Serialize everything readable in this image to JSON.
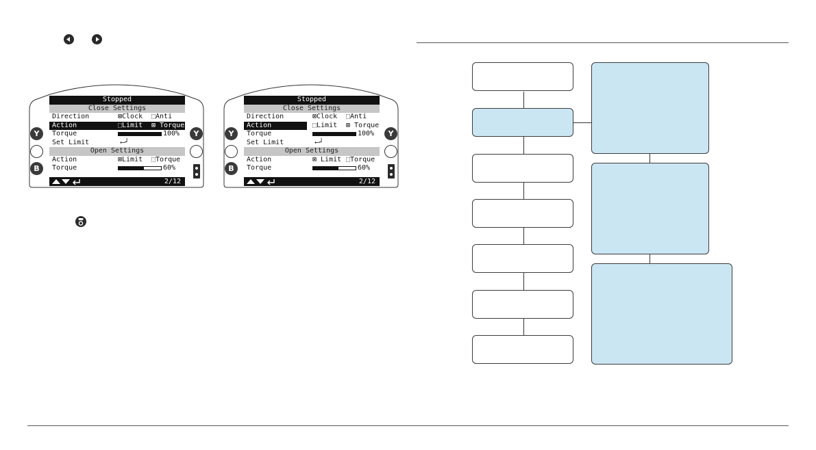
{
  "icons": {
    "arrow_left": "arrow-left-circle-icon",
    "arrow_right": "arrow-right-circle-icon",
    "key": "key-circle-icon"
  },
  "screens": [
    {
      "header": "Stopped",
      "section_close": "Close Settings",
      "direction": {
        "label": "Direction",
        "opt1": "⊠Clock",
        "opt2": "⬚Anti"
      },
      "action": {
        "label": "Action",
        "opt1": "⬚Limit",
        "opt2": "⊠ Torque",
        "highlight": "full"
      },
      "torque": {
        "label": "Torque",
        "value": "100%",
        "fill": 1.0
      },
      "set_limit": {
        "label": "Set Limit"
      },
      "section_open": "Open Settings",
      "open_action": {
        "label": "Action",
        "opt1": "⊠Limit",
        "opt2": "⬚Torque"
      },
      "open_torque": {
        "label": "Torque",
        "value": "60%",
        "fill": 0.6
      },
      "page": "2/12",
      "left_buttons": [
        "Y",
        "",
        "B"
      ],
      "right_buttons": [
        "Y",
        ""
      ]
    },
    {
      "header": "Stopped",
      "section_close": "Close Settings",
      "direction": {
        "label": "Direction",
        "opt1": "⊠Clock",
        "opt2": "⬚Anti"
      },
      "action": {
        "label": "Action",
        "opt1": "⬚Limit",
        "opt2": "⊠ Torque",
        "highlight": "label"
      },
      "torque": {
        "label": "Torque",
        "value": "100%",
        "fill": 1.0
      },
      "set_limit": {
        "label": "Set Limit"
      },
      "section_open": "Open Settings",
      "open_action": {
        "label": "Action",
        "opt1": "⊠ Limit",
        "opt2": "⬚Torque"
      },
      "open_torque": {
        "label": "Torque",
        "value": "60%",
        "fill": 0.6
      },
      "page": "2/12",
      "left_buttons": [
        "Y",
        "",
        "B"
      ],
      "right_buttons": [
        "Y",
        ""
      ]
    }
  ],
  "flowchart": {
    "step_count": 7,
    "highlighted_step": 2,
    "panel_count": 3
  },
  "colors": {
    "highlight_blue": "#cbe6f3",
    "lcd_black": "#111111",
    "lcd_grey": "#c6c6c6"
  }
}
